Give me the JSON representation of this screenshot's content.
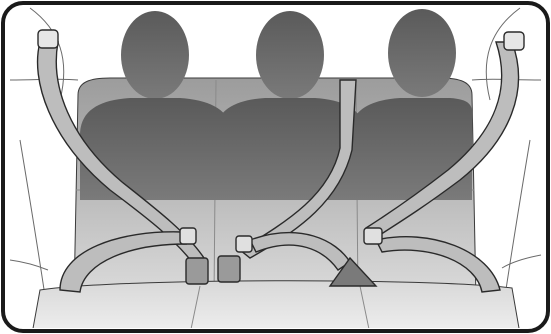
{
  "illustration": {
    "subject": "rear-seat-belts",
    "occupants": 3,
    "belts": [
      {
        "position": "left",
        "type": "lap-shoulder",
        "anchor": "upper-left-pillar"
      },
      {
        "position": "center",
        "type": "lap-shoulder",
        "anchor": "seatback-top"
      },
      {
        "position": "right",
        "type": "lap-shoulder",
        "anchor": "upper-right-pillar"
      }
    ],
    "colors": {
      "frame": "#1a1a1a",
      "background": "#ffffff",
      "occupant": "#6e6e6e",
      "seat_light": "#c9c9c9",
      "seat_dark": "#a9a9a9",
      "belt": "#b8b8b8",
      "outline": "#2a2a2a"
    }
  }
}
